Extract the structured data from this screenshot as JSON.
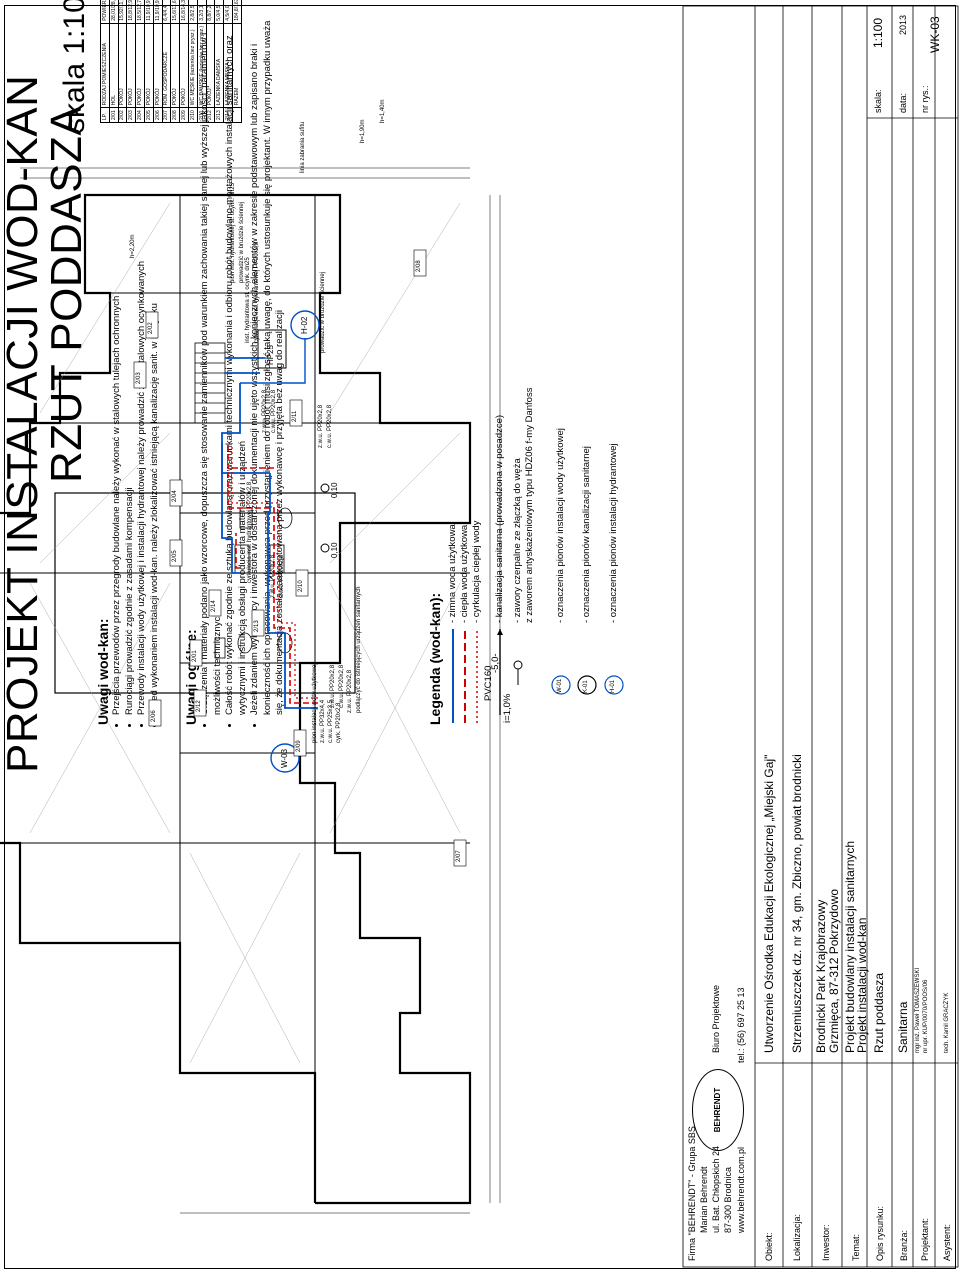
{
  "title": {
    "line1": "PROJEKT INSTALACJI WOD-KAN",
    "line2": "RZUT PODDASZA",
    "scale": "skala 1:100"
  },
  "notes_wodkan": {
    "heading": "Uwagi wod-kan:",
    "items": [
      "Przejścia przewodów przez przegrody budowlane należy wykonać w stalowych tulejach ochronnych",
      "Rurociągi prowadzić zgodnie z zasadami kompensacji",
      "Przewody instalacji wody użytkowej i instalacji hydrantowej należy prowadzić z rur stalowych ocynkowanych",
      "Przed wykonaniem instalacji wod-kan. należy zlokalizować istniejącą kanalizację sanit. w budynku"
    ]
  },
  "notes_general": {
    "heading": "Uwagi ogólne:",
    "items": [
      "Urządzenia i materiały podano jako wzorcowe, dopuszcza się stosowanie zamienników pod warunkiem zachowania takiej samej lub wyższej jakości, parametrów i możliwości technicznych",
      "Całość robót wykonać zgodnie ze sztuką budowlaną oraz warunkami technicznymi wykonania i odbioru robót budowlano-montażowych instalacji sanitarnych oraz wytycznymi i instrukcją obsługi producenta materiałów i urządzeń",
      "Jeżeli zdaniem wykonawcy i inwestora w dostarczonej dokumentacji nie ujęto wszystkich koniecznych elementów w zakresie podstawowym lub zapisano braki i konieczność ich opracowania, wykonawca przed przystąpieniem do robót musi zgłosić taką uwagę, do których ustosunkuje się projektant. W innym przypadku uważa się, że dokumentacja została zaakceptowana przez wykonawcę i przyjęta bez uwag do realizacji"
    ]
  },
  "legend": {
    "heading": "Legenda (wod-kan):",
    "cold": "- zimna woda użytkowa",
    "hot": "- ciepła woda użytkowa",
    "circ": "- cyrkulacja ciepłej wody",
    "pvc_label": "PVC160",
    "slope_a": "i=1,0%",
    "slope_b": "-5,0-",
    "pvc_desc": "- kanalizacja sanitarna (prowadzona w posadzce)",
    "valve_desc": "- zawory czerpalne ze złączką do węża",
    "danfoss": "z zaworem antyskażeniowym typu HDZ06 f-my Danfoss",
    "w01_tag": "W-01",
    "w01_desc": "- oznaczenia pionów instalacji wody użytkowej",
    "k01_tag": "K-01",
    "k01_desc": "- oznaczenia pionów kanalizacji sanitarnej",
    "h01_tag": "H-01",
    "h01_desc": "- oznaczenia pionów instalacji hydrantowej"
  },
  "title_block": {
    "firm": "Firma \"BEHRENDT\" - Grupa SBS",
    "person": "Marian Behrendt",
    "street": "ul. Bat. Chłopskich 24",
    "city": "87-300 Brodnica",
    "web": "www.behrendt.com.pl",
    "office": "Biuro Projektowe",
    "phone": "tel.: (56) 697 25 13",
    "logo": "BEHRENDT",
    "object_label": "Obiekt:",
    "object": "Utworzenie Ośrodka Edukacji Ekologicznej „Miejski Gaj\"",
    "location_label": "Lokalizacja:",
    "location": "Strzemiuszczek dz. nr 34, gm. Zbiczno, powiat brodnicki",
    "investor_label": "Inwestor:",
    "investor1": "Brodnicki Park Krajobrazowy",
    "investor2": "Grzmięca, 87-312 Pokrzydowo",
    "subject_label": "Temat:",
    "subject1": "Projekt budowlany instalacji sanitarnych",
    "subject2": "Projekt instalacji wod-kan",
    "drawing_label": "Opis rysunku:",
    "drawing": "Rzut poddasza",
    "branch_label": "Branża:",
    "branch": "Sanitarna",
    "designer_label": "Projektant:",
    "designer1": "mgr inż. Paweł TOMASZEWSKI",
    "designer2": "nr upr. KUP/0070/POOS/06",
    "assistant_label": "Asystent:",
    "assistant": "tech. Kamil GRACZYK",
    "scale_label": "skala:",
    "scale": "1:100",
    "date_label": "data:",
    "date": "2013",
    "sheet_label": "nr rys.:",
    "sheet": "WK-03"
  },
  "rooms": {
    "header": {
      "no": "LP.",
      "name": "RODZAJ POMIESZCZENIA",
      "area": "POWIERZCHNIA",
      "floor": "POSADZKA",
      "wall": "OKŁADZINA ŚCIAN",
      "wall2": "POSADZKA ŚCIAN"
    },
    "rows": [
      {
        "no": "2/01",
        "name": "HOL",
        "area": "28,01/28,0",
        "floor": "panele",
        "wall": ""
      },
      {
        "no": "2/02",
        "name": "POKÓJ",
        "area": "15,92/11,59",
        "floor": "panele",
        "wall": ""
      },
      {
        "no": "2/03",
        "name": "POKÓJ",
        "area": "18,8/12,9",
        "floor": "panele",
        "wall": ""
      },
      {
        "no": "2/04",
        "name": "POKÓJ",
        "area": "18,5/12,7",
        "floor": "panele",
        "wall": ""
      },
      {
        "no": "2/05",
        "name": "POKÓJ",
        "area": "11,9/10,9",
        "floor": "panele",
        "wall": ""
      },
      {
        "no": "2/06",
        "name": "POKÓJ",
        "area": "11,9/10,9",
        "floor": "panele",
        "wall": ""
      },
      {
        "no": "2/07",
        "name": "ROM. GOSPODARCZE",
        "area": "6,4/4,4",
        "floor": "panele",
        "wall": ""
      },
      {
        "no": "2/08",
        "name": "POKÓJ",
        "area": "15,6/11,6",
        "floor": "panele",
        "wall": ""
      },
      {
        "no": "2/09",
        "name": "POKÓJ",
        "area": "16,8/14,3",
        "floor": "panele",
        "wall": ""
      },
      {
        "no": "2/10",
        "name": "WC MĘSKIE (łazienka bez prysz.)",
        "area": "2,8/2,5",
        "floor": "płytki ceramiczne",
        "wall": "płytki ceramiczne"
      },
      {
        "no": "2/11",
        "name": "WC DAMSKIE (łazienka bez prysz.)",
        "area": "3,2/3,1",
        "floor": "płytki ceramiczne",
        "wall": "płytki ceramiczne"
      },
      {
        "no": "2/12",
        "name": "POKÓJ",
        "area": "8,8/7,2",
        "floor": "panele",
        "wall": ""
      },
      {
        "no": "2/13",
        "name": "ŁAZIENKA DAMSKA",
        "area": "5,0/4,5",
        "floor": "płytki ceramiczne",
        "wall": "płytki ceramiczne"
      },
      {
        "no": "2/14",
        "name": "ŁAZIENKA MĘSKA",
        "area": "4,5/4,0",
        "floor": "płytki ceramiczne",
        "wall": "płytki ceramiczne"
      },
      {
        "no": "",
        "name": "RAZEM",
        "area": "184,8/167,7",
        "floor": "",
        "wall": ""
      }
    ]
  },
  "plan": {
    "room_tags": [
      "2/01",
      "2/02",
      "2/03",
      "2/04",
      "2/05",
      "2/06",
      "2/07",
      "2/08",
      "2/09",
      "2/10",
      "2/11",
      "2/12",
      "2/13",
      "2/14"
    ],
    "riser_h02": "H-02",
    "riser_w03": "W-03",
    "heater": "HP25",
    "a1": "pion inst. hydrantowej st. ocynk. dn25",
    "a1b": "prowadzić w bruździe ściennej",
    "a2": "inst. hydrantowa st. ocynk. dn25",
    "a2b": "cyrkulacja inst. hydrantowej PP20x2,8",
    "a3": "prowadzić w bruździe ściennej",
    "a4a": "z.w.u. PP20x2,8",
    "a4b": "c.w.u. PP20x2,8",
    "a5a": "z.w.u. PP20x2,8",
    "a5b": "c.w.u. PP20x2,8",
    "a6": "cyrkulacja inst. hydrantowej PP20x2,8",
    "a7a": "z.w.u. PP20x2,8",
    "a7b": "c.w.u. PP20x2,8",
    "a8a": "z.w.u. PP20x2,8",
    "a8b": "podłączyć do istniejących urządzeń sanitarnych",
    "a9a": "z.w.u. PP20x2,8",
    "a9b": "c.w.u. PP20x2,8",
    "a10a": "pion instalacji wody użytkowej",
    "a10b": "z.w.u. PP32x4,4",
    "a10c": "c.w.u. PP25x3,5",
    "a10d": "cyrk. PP20x2,8",
    "slope1": "0,10",
    "slope2": "0,10",
    "h1": "h=2,20m",
    "h2": "h=1,40m",
    "h3": "h=1,90m",
    "lz": "linia zabrania sufitu"
  }
}
